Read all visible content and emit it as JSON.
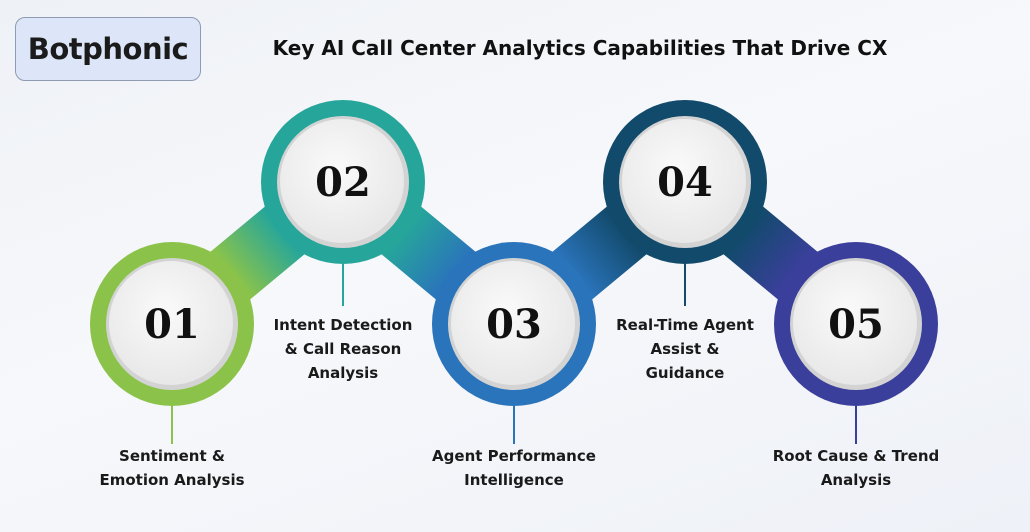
{
  "logo": {
    "text": "Botphonic",
    "accent_color": "#f06a1d"
  },
  "title": "Key AI Call Center Analytics Capabilities That Drive CX",
  "steps": [
    {
      "number": "01",
      "label_lines": [
        "Sentiment &",
        "Emotion Analysis"
      ],
      "color": "#8bc34a"
    },
    {
      "number": "02",
      "label_lines": [
        "Intent Detection",
        "& Call Reason",
        "Analysis"
      ],
      "color": "#26a69a"
    },
    {
      "number": "03",
      "label_lines": [
        "Agent Performance",
        "Intelligence"
      ],
      "color": "#2a74bb"
    },
    {
      "number": "04",
      "label_lines": [
        "Real-Time Agent",
        "Assist &",
        "Guidance"
      ],
      "color": "#124a6c"
    },
    {
      "number": "05",
      "label_lines": [
        "Root Cause & Trend",
        "Analysis"
      ],
      "color": "#3b3f9c"
    }
  ]
}
